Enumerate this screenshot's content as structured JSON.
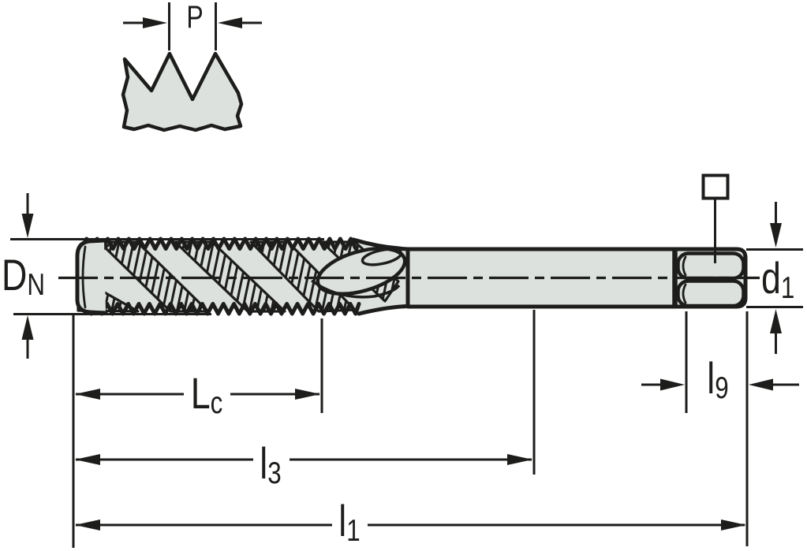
{
  "drawing": {
    "title": "tap-dimension-drawing",
    "colors": {
      "line": "#1d1d1b",
      "fill": "#dce1dd",
      "background": "#ffffff"
    },
    "labels": {
      "pitch": {
        "main": "P",
        "sub": ""
      },
      "nominal_diameter": {
        "main": "D",
        "sub": "N"
      },
      "shank_diameter": {
        "main": "d",
        "sub": "1"
      },
      "chamfer_length": {
        "main": "L",
        "sub": "c"
      },
      "thread_length": {
        "main": "l",
        "sub": "3"
      },
      "overall_length": {
        "main": "l",
        "sub": "1"
      },
      "square_length": {
        "main": "l",
        "sub": "9"
      }
    }
  }
}
